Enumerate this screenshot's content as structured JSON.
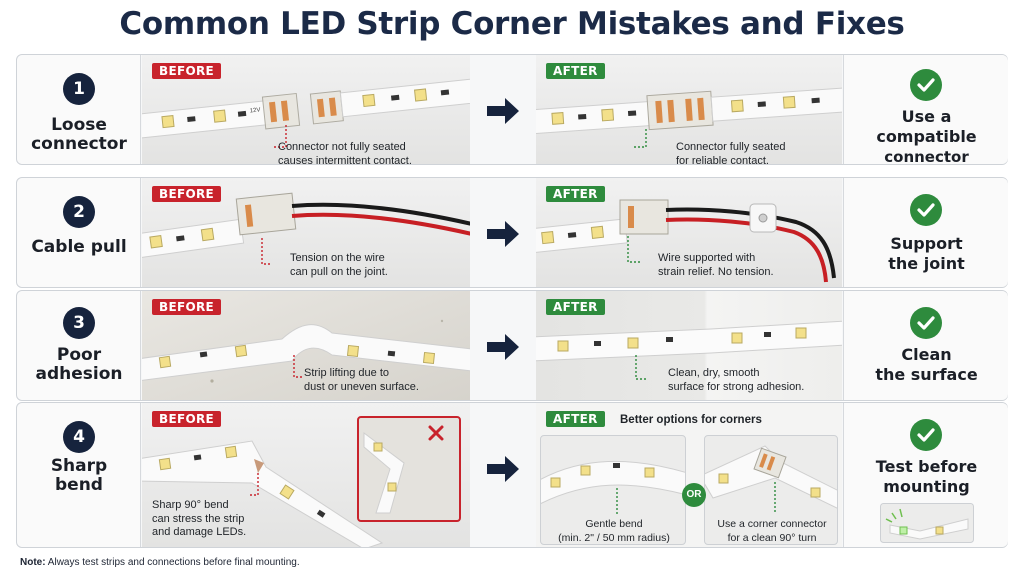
{
  "title": "Common LED Strip Corner Mistakes and Fixes",
  "labels": {
    "before": "BEFORE",
    "after": "AFTER"
  },
  "colors": {
    "navy": "#16233d",
    "before_red": "#c8232c",
    "after_green": "#2e8b3d",
    "strip_white": "#ffffff",
    "led_yellow": "#f3e08a"
  },
  "rows": [
    {
      "number": "1",
      "label_lines": [
        "Loose",
        "connector"
      ],
      "before_caption": [
        "Connector not fully seated",
        "causes intermittent contact."
      ],
      "after_caption": [
        "Connector fully seated",
        "for reliable contact."
      ],
      "fix_lines": [
        "Use a",
        "compatible",
        "connector"
      ],
      "strip_marking": "12V"
    },
    {
      "number": "2",
      "label_lines": [
        "Cable pull"
      ],
      "before_caption": [
        "Tension on the wire",
        "can pull on the joint."
      ],
      "after_caption": [
        "Wire supported with",
        "strain relief. No tension."
      ],
      "fix_lines": [
        "Support",
        "the joint"
      ]
    },
    {
      "number": "3",
      "label_lines": [
        "Poor",
        "adhesion"
      ],
      "before_caption": [
        "Strip lifting due to",
        "dust or uneven surface."
      ],
      "after_caption": [
        "Clean, dry, smooth",
        "surface for strong adhesion."
      ],
      "fix_lines": [
        "Clean",
        "the surface"
      ]
    },
    {
      "number": "4",
      "label_lines": [
        "Sharp",
        "bend"
      ],
      "before_caption": [
        "Sharp 90° bend",
        "can stress the strip",
        "and damage LEDs."
      ],
      "after_heading": "Better options for corners",
      "option_a_caption": [
        "Gentle bend",
        "(min. 2\" / 50 mm radius)"
      ],
      "or_label": "OR",
      "option_b_caption": [
        "Use a corner connector",
        "for a clean 90° turn"
      ],
      "fix_lines": [
        "Test before",
        "mounting"
      ]
    }
  ],
  "note": {
    "prefix": "Note:",
    "text": "Always test strips and connections before final mounting."
  }
}
